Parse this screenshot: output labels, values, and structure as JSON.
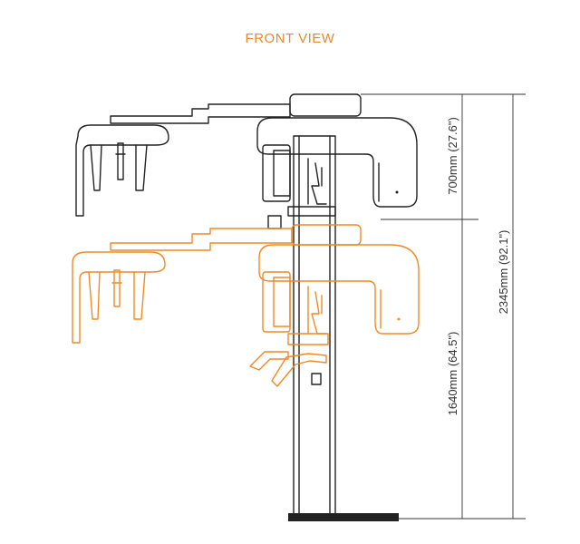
{
  "title": "FRONT VIEW",
  "dimensions": {
    "raised_height": "700mm (27.6\")",
    "base_height": "1640mm (64.5\")",
    "total_height": "2345mm (92.1\")"
  },
  "colors": {
    "title": "#e8892c",
    "lowered_unit": "#f08a24",
    "raised_unit": "#222222",
    "dimension_lines": "#333333"
  }
}
